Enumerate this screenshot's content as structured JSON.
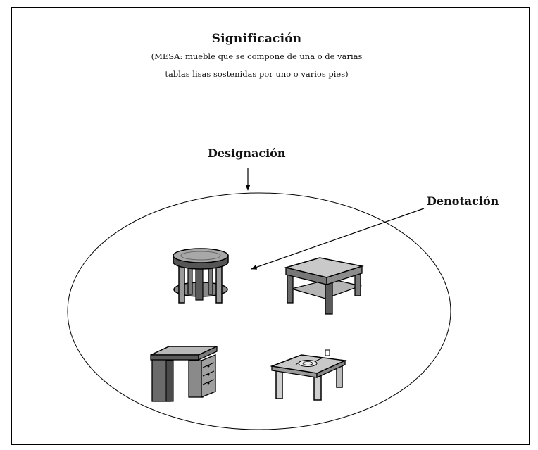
{
  "diagram": {
    "title": "Significación",
    "definition_line1": "(MESA: mueble que se compone de una o de varias",
    "definition_line2": "tablas lisas sostenidas por uno o varios pies)",
    "designation_label": "Designación",
    "denotation_label": "Denotación",
    "items": [
      {
        "name": "round-side-table"
      },
      {
        "name": "square-coffee-table"
      },
      {
        "name": "office-desk-with-drawers"
      },
      {
        "name": "dining-table-with-place-setting"
      }
    ]
  }
}
